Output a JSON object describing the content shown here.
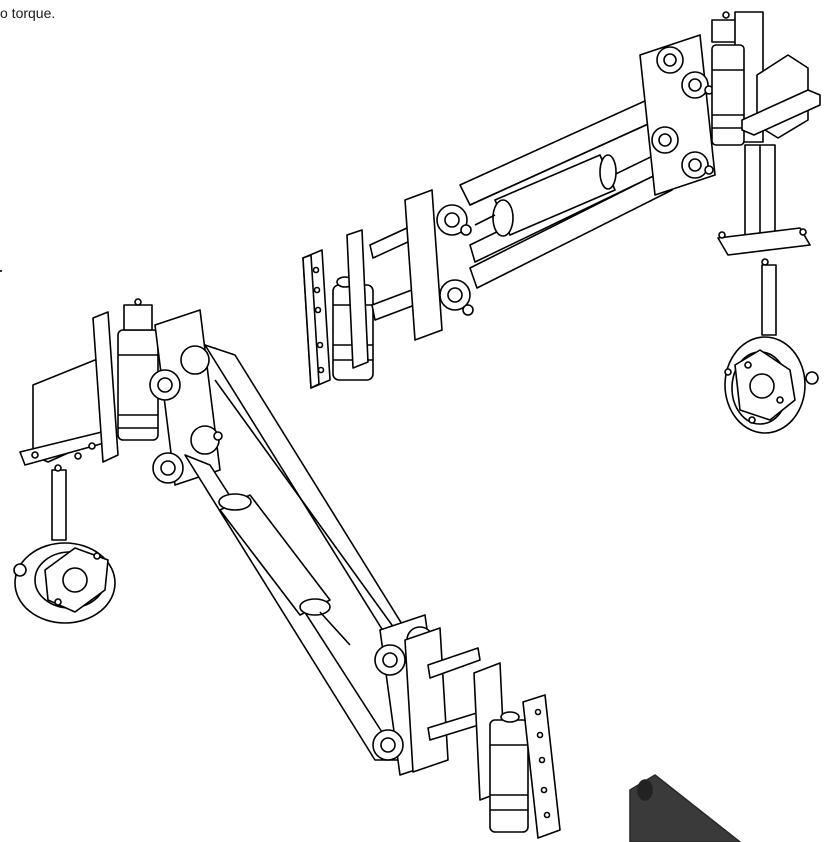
{
  "caption": "o torque.",
  "figure": {
    "components": [
      "upper-articulated-arm",
      "lower-articulated-arm",
      "upper-torque-reaction-tool",
      "lower-torque-reaction-tool",
      "mounting-column",
      "partial-base-plate"
    ],
    "colors": {
      "line": "#000000",
      "fill": "#ffffff",
      "shade": "#d9d9d9",
      "base": "#3a3a3a"
    }
  }
}
